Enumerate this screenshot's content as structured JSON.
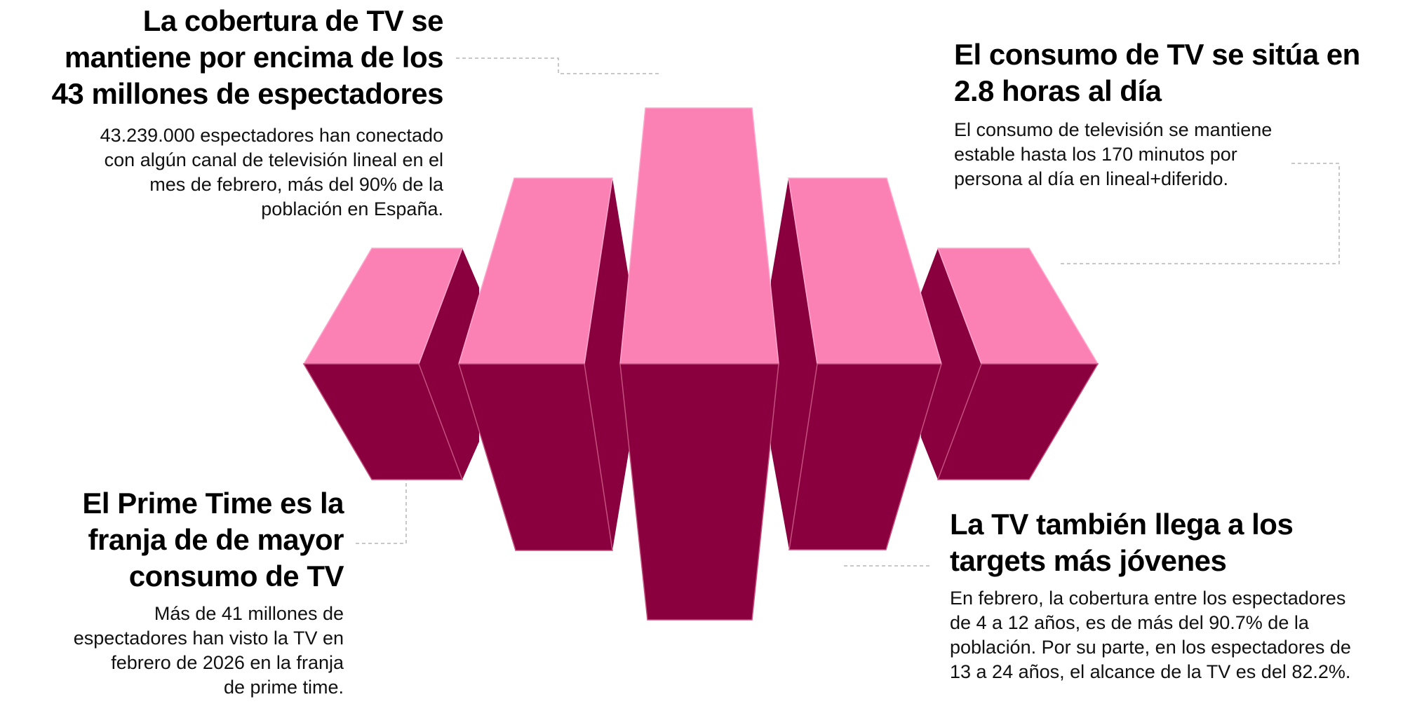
{
  "colors": {
    "top_face": "#FB80B4",
    "front_face": "#8A003F",
    "edge_highlight": "#C4507E",
    "connector": "#B5B5B5",
    "text": "#000000"
  },
  "graphic": {
    "type": "3d-bars-infographic",
    "bars": [
      {
        "id": "bar-1",
        "relative_height": "short"
      },
      {
        "id": "bar-2",
        "relative_height": "medium"
      },
      {
        "id": "bar-3",
        "relative_height": "tall"
      },
      {
        "id": "bar-4",
        "relative_height": "medium"
      },
      {
        "id": "bar-5",
        "relative_height": "short"
      }
    ]
  },
  "blocks": {
    "top_left": {
      "heading_lines": [
        "La cobertura de TV se",
        "mantiene por encima de los",
        "43 millones de espectadores"
      ],
      "body_lines": [
        "43.239.000 espectadores han conectado",
        "con algún canal de televisión lineal en el",
        "mes de febrero, más del 90% de la",
        "población en España."
      ]
    },
    "top_right": {
      "heading_lines": [
        "El consumo de TV se sitúa en",
        "2.8 horas al día"
      ],
      "body_lines": [
        "El consumo de televisión se mantiene",
        "estable hasta los 170 minutos por",
        "persona al día en lineal+diferido."
      ]
    },
    "bottom_left": {
      "heading_lines": [
        "El Prime Time es la",
        "franja de de mayor",
        "consumo de TV"
      ],
      "body_lines": [
        "Más de 41 millones de",
        "espectadores han visto la TV en",
        "febrero de 2026 en la franja",
        "de prime time."
      ]
    },
    "bottom_right": {
      "heading_lines": [
        "La TV también llega a los",
        "targets más jóvenes"
      ],
      "body_lines": [
        "En febrero, la cobertura entre los espectadores",
        "de 4 a 12 años, es de más del 90.7% de la",
        "población. Por su parte, en los espectadores de",
        "13 a 24 años, el alcance de la TV es del 82.2%."
      ]
    }
  }
}
